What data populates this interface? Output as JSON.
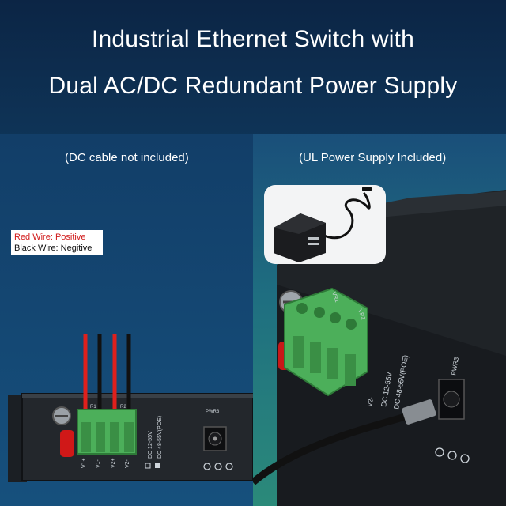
{
  "title_line1": "Industrial Ethernet Switch with",
  "title_line2": "Dual AC/DC Redundant Power Supply",
  "left_caption": "(DC cable not included)",
  "right_caption": "(UL Power Supply Included)",
  "wire_label": {
    "red": "Red Wire: Positive",
    "black": "Black Wire: Negitive"
  },
  "left_device": {
    "terminals": [
      "V1+",
      "V1-",
      "V2+",
      "V2-"
    ],
    "rail_labels": [
      "R1",
      "R2"
    ],
    "power_text1": "DC 12-55V",
    "power_text2": "DC 48-55V(POE)",
    "port_label": "PWR3"
  },
  "right_device": {
    "terminal_text": "V2-",
    "power_text1": "DC 12-55V",
    "power_text2": "DC 48-55V(POE)",
    "port_label": "PWR3",
    "rail_labels": [
      "VR1",
      "VR2"
    ]
  },
  "colors": {
    "background_top": "#0c2545",
    "accent_green": "#4caf5a",
    "wire_red": "#e0201c",
    "wire_black": "#111111"
  }
}
